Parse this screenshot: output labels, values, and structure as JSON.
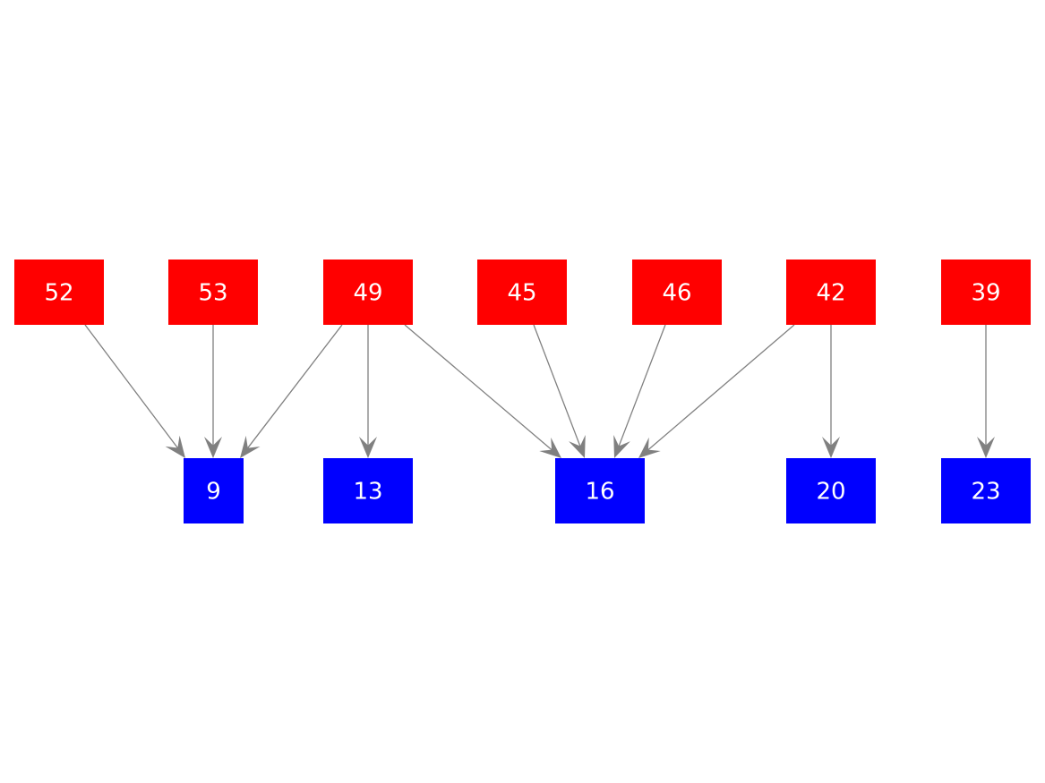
{
  "colors": {
    "source_node": "#ff0000",
    "target_node": "#0000ff",
    "edge": "#808080",
    "label": "#ffffff",
    "background": "#ffffff"
  },
  "nodes": [
    {
      "id": "n52",
      "label": "52",
      "kind": "source"
    },
    {
      "id": "n53",
      "label": "53",
      "kind": "source"
    },
    {
      "id": "n49",
      "label": "49",
      "kind": "source"
    },
    {
      "id": "n45",
      "label": "45",
      "kind": "source"
    },
    {
      "id": "n46",
      "label": "46",
      "kind": "source"
    },
    {
      "id": "n42",
      "label": "42",
      "kind": "source"
    },
    {
      "id": "n39",
      "label": "39",
      "kind": "source"
    },
    {
      "id": "n9",
      "label": "9",
      "kind": "target"
    },
    {
      "id": "n13",
      "label": "13",
      "kind": "target"
    },
    {
      "id": "n16",
      "label": "16",
      "kind": "target"
    },
    {
      "id": "n20",
      "label": "20",
      "kind": "target"
    },
    {
      "id": "n23",
      "label": "23",
      "kind": "target"
    }
  ],
  "edges": [
    {
      "from": "n52",
      "to": "n9"
    },
    {
      "from": "n53",
      "to": "n9"
    },
    {
      "from": "n49",
      "to": "n9"
    },
    {
      "from": "n49",
      "to": "n13"
    },
    {
      "from": "n49",
      "to": "n16"
    },
    {
      "from": "n45",
      "to": "n16"
    },
    {
      "from": "n46",
      "to": "n16"
    },
    {
      "from": "n42",
      "to": "n16"
    },
    {
      "from": "n42",
      "to": "n20"
    },
    {
      "from": "n39",
      "to": "n23"
    }
  ]
}
